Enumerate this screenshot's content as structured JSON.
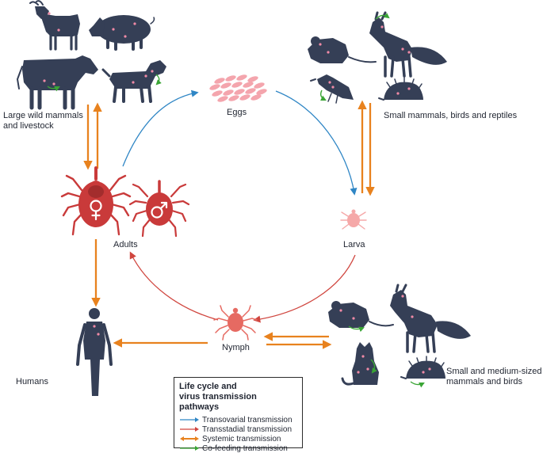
{
  "labels": {
    "eggs": "Eggs",
    "larva": "Larva",
    "nymph": "Nymph",
    "adults": "Adults",
    "humans": "Humans",
    "large_hosts": "Large wild mammals\nand livestock",
    "small_hosts": "Small mammals, birds and reptiles",
    "medium_hosts": "Small and medium-sized\nmammals and birds"
  },
  "legend": {
    "title": "Life cycle and\nvirus transmission pathways",
    "items": [
      {
        "label": "Transovarial transmission",
        "color": "#2f86c5",
        "icon": "single-arrow-icon"
      },
      {
        "label": "Transstadial transmission",
        "color": "#d0463f",
        "icon": "single-arrow-icon"
      },
      {
        "label": "Systemic transmission",
        "color": "#e8821e",
        "icon": "double-arrow-icon"
      },
      {
        "label": "Co-feeding transmission",
        "color": "#3aa535",
        "icon": "curved-arrow-icon"
      }
    ]
  },
  "colors": {
    "silhouette": "#353f56",
    "infection_dot": "#f08aa6",
    "tick_adult": "#c93a3a",
    "tick_nymph": "#e66a62",
    "tick_larva": "#f5a8a8",
    "eggs": "#f4a5ad"
  }
}
